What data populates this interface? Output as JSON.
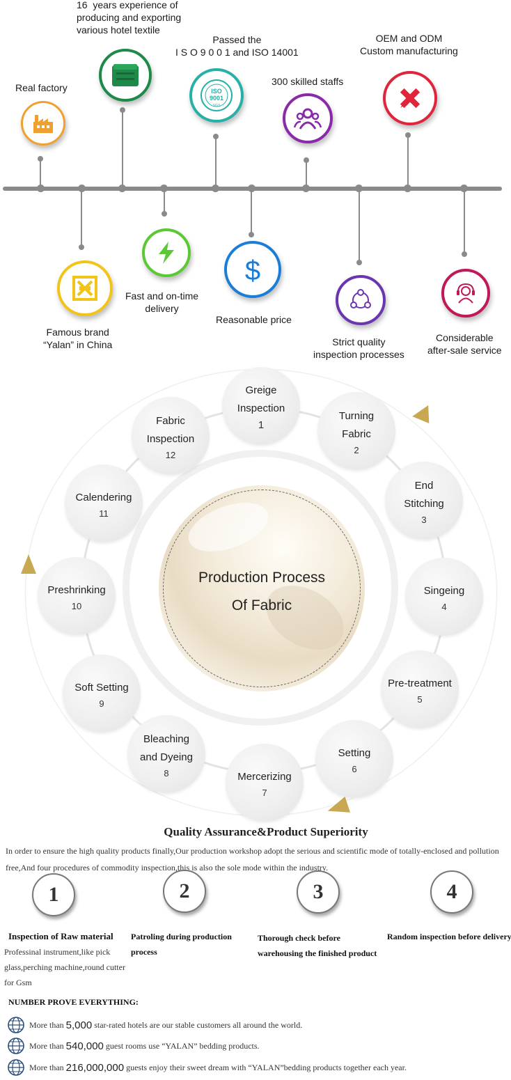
{
  "timeline": {
    "top_items": [
      {
        "id": "real-factory",
        "label": "Real factory",
        "icon": "factory-icon",
        "color": "#f0a030"
      },
      {
        "id": "experience",
        "label": "16  years experience of\nproducing and exporting\nvarious hotel textile",
        "icon": "hotel-textile-icon",
        "color": "#1e8a4a"
      },
      {
        "id": "iso",
        "label": "Passed the\nI S O 9 0 0 1 and ISO 14001",
        "icon": "iso-9001-icon",
        "color": "#26b0a8",
        "badge_text": "ISO\n9001",
        "badge_sub": "SGS"
      },
      {
        "id": "staffs",
        "label": "300 skilled staffs",
        "icon": "staff-group-icon",
        "color": "#8a2aa8"
      },
      {
        "id": "oem",
        "label": "OEM and ODM\nCustom manufacturing",
        "icon": "design-tools-icon",
        "color": "#e0243a"
      }
    ],
    "bottom_items": [
      {
        "id": "brand",
        "label": "Famous brand\n“Yalan” in China",
        "icon": "yalan-logo-icon",
        "color": "#f2c418"
      },
      {
        "id": "delivery",
        "label": "Fast and on-time\ndelivery",
        "icon": "lightning-icon",
        "color": "#5cc834"
      },
      {
        "id": "price",
        "label": "Reasonable price",
        "icon": "dollar-icon",
        "color": "#1a7ed8"
      },
      {
        "id": "inspection",
        "label": "Strict quality\ninspection processes",
        "icon": "process-cycle-icon",
        "color": "#6a36b0"
      },
      {
        "id": "service",
        "label": "Considerable\nafter-sale service",
        "icon": "headset-support-icon",
        "color": "#c01858"
      }
    ]
  },
  "process": {
    "center_title_line1": "Production Process",
    "center_title_line2": "Of Fabric",
    "steps": [
      {
        "name": "Greige\nInspection",
        "no": "1"
      },
      {
        "name": "Turning\nFabric",
        "no": "2"
      },
      {
        "name": "End\nStitching",
        "no": "3"
      },
      {
        "name": "Singeing",
        "no": "4"
      },
      {
        "name": "Pre-treatment",
        "no": "5"
      },
      {
        "name": "Setting",
        "no": "6"
      },
      {
        "name": "Mercerizing",
        "no": "7"
      },
      {
        "name": "Bleaching\nand Dyeing",
        "no": "8"
      },
      {
        "name": "Soft Setting",
        "no": "9"
      },
      {
        "name": "Preshrinking",
        "no": "10"
      },
      {
        "name": "Calendering",
        "no": "11"
      },
      {
        "name": "Fabric\nInspection",
        "no": "12"
      }
    ],
    "accent_color": "#c8a850"
  },
  "quality": {
    "title": "Quality Assurance&Product Superiority",
    "intro": "In order to ensure the high quality products finally,Our production workshop adopt the serious and scientific mode of totally-enclosed and pollution free,And four procedures of commodity inspection,this is also the sole mode within the industry.",
    "procedures": [
      {
        "num": "1",
        "head": "Inspection of Raw material",
        "desc": "Professinal instrument,like pick glass,perching machine,round cutter for Gsm"
      },
      {
        "num": "2",
        "head": "Patroling during production\n process",
        "desc": ""
      },
      {
        "num": "3",
        "head": "Thorough check before\nwarehousing the finished product",
        "desc": ""
      },
      {
        "num": "4",
        "head": "Random inspection before delivery",
        "desc": ""
      }
    ]
  },
  "numbers": {
    "title": "NUMBER PROVE EVERYTHING:",
    "rows": [
      {
        "pre": "More than",
        "value": "5,000",
        "post": "star-rated hotels are our stable customers all around the world."
      },
      {
        "pre": "More than",
        "value": "540,000",
        "post": "guest rooms use “YALAN” bedding products."
      },
      {
        "pre": "More than",
        "value": "216,000,000",
        "post": "guests enjoy their sweet dream with “YALAN”bedding products together each year."
      }
    ]
  }
}
